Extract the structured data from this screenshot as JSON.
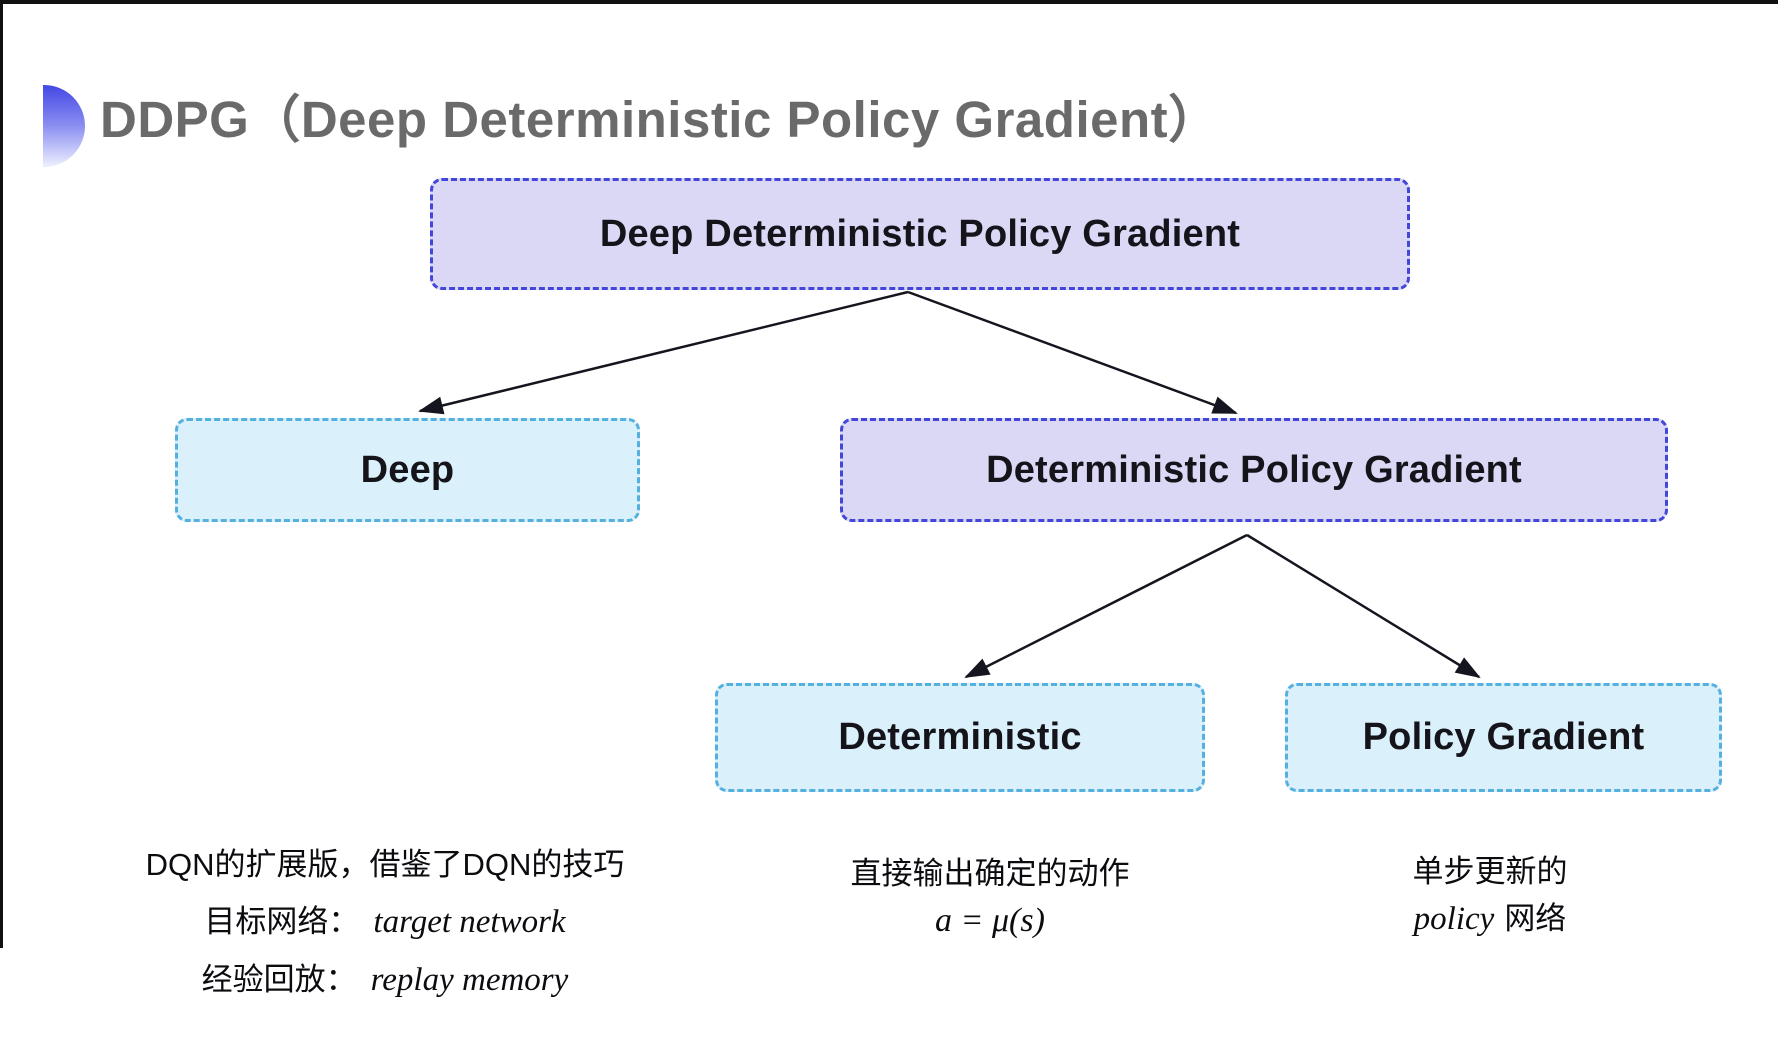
{
  "title": {
    "text": "DDPG（Deep Deterministic Policy Gradient）"
  },
  "nodes": {
    "root": {
      "label": "Deep Deterministic Policy Gradient"
    },
    "deep": {
      "label": "Deep"
    },
    "dpg": {
      "label": "Deterministic Policy Gradient"
    },
    "deterministic": {
      "label": "Deterministic"
    },
    "policy_gradient": {
      "label": "Policy Gradient"
    }
  },
  "notes": {
    "deep": {
      "line1": "DQN的扩展版，借鉴了DQN的技巧",
      "line2_label": "目标网络：",
      "line2_term": "target network",
      "line3_label": "经验回放：",
      "line3_term": "replay memory"
    },
    "deterministic": {
      "line1": "直接输出确定的动作",
      "formula": "a = μ(s)"
    },
    "policy_gradient": {
      "line1": "单步更新的",
      "line2_term": "policy",
      "line2_suffix": "网络"
    }
  },
  "colors": {
    "purple_fill": "#dbd8f6",
    "purple_border": "#4246d9",
    "blue_fill": "#daf0fb",
    "blue_border": "#55b0df",
    "arrow": "#15151f",
    "title_gray": "#6a6a6a",
    "bullet_gradient_top": "#4348e4",
    "bullet_gradient_bottom": "#eef0fe"
  }
}
